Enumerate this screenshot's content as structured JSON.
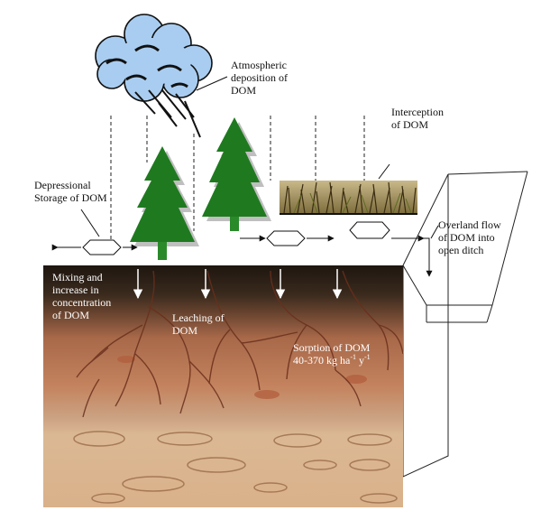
{
  "labels": {
    "atmospheric": [
      "Atmospheric",
      "deposition of",
      "DOM"
    ],
    "interception": [
      "Interception",
      "of DOM"
    ],
    "depressional": [
      "Depressional",
      "Storage of DOM"
    ],
    "overland": [
      "Overland flow",
      "of DOM into",
      "open ditch"
    ],
    "mixing": [
      "Mixing and",
      "increase in",
      "concentration",
      "of DOM"
    ],
    "leaching": [
      "Leaching of",
      "DOM"
    ],
    "sorption": {
      "line1": "Sorption of DOM",
      "amount": "40-370 kg ha",
      "exp1": "-1",
      "mid": " y",
      "exp2": "-1"
    }
  },
  "colors": {
    "cloud": "#a9cdf0",
    "tree": "#1f7a1f",
    "tree_trunk": "#2a8a2a",
    "topsoil": "#2e2118",
    "subsoil": "#b97a55",
    "lower_soil": "#d6b08a",
    "roots": "#6a2f1c"
  }
}
